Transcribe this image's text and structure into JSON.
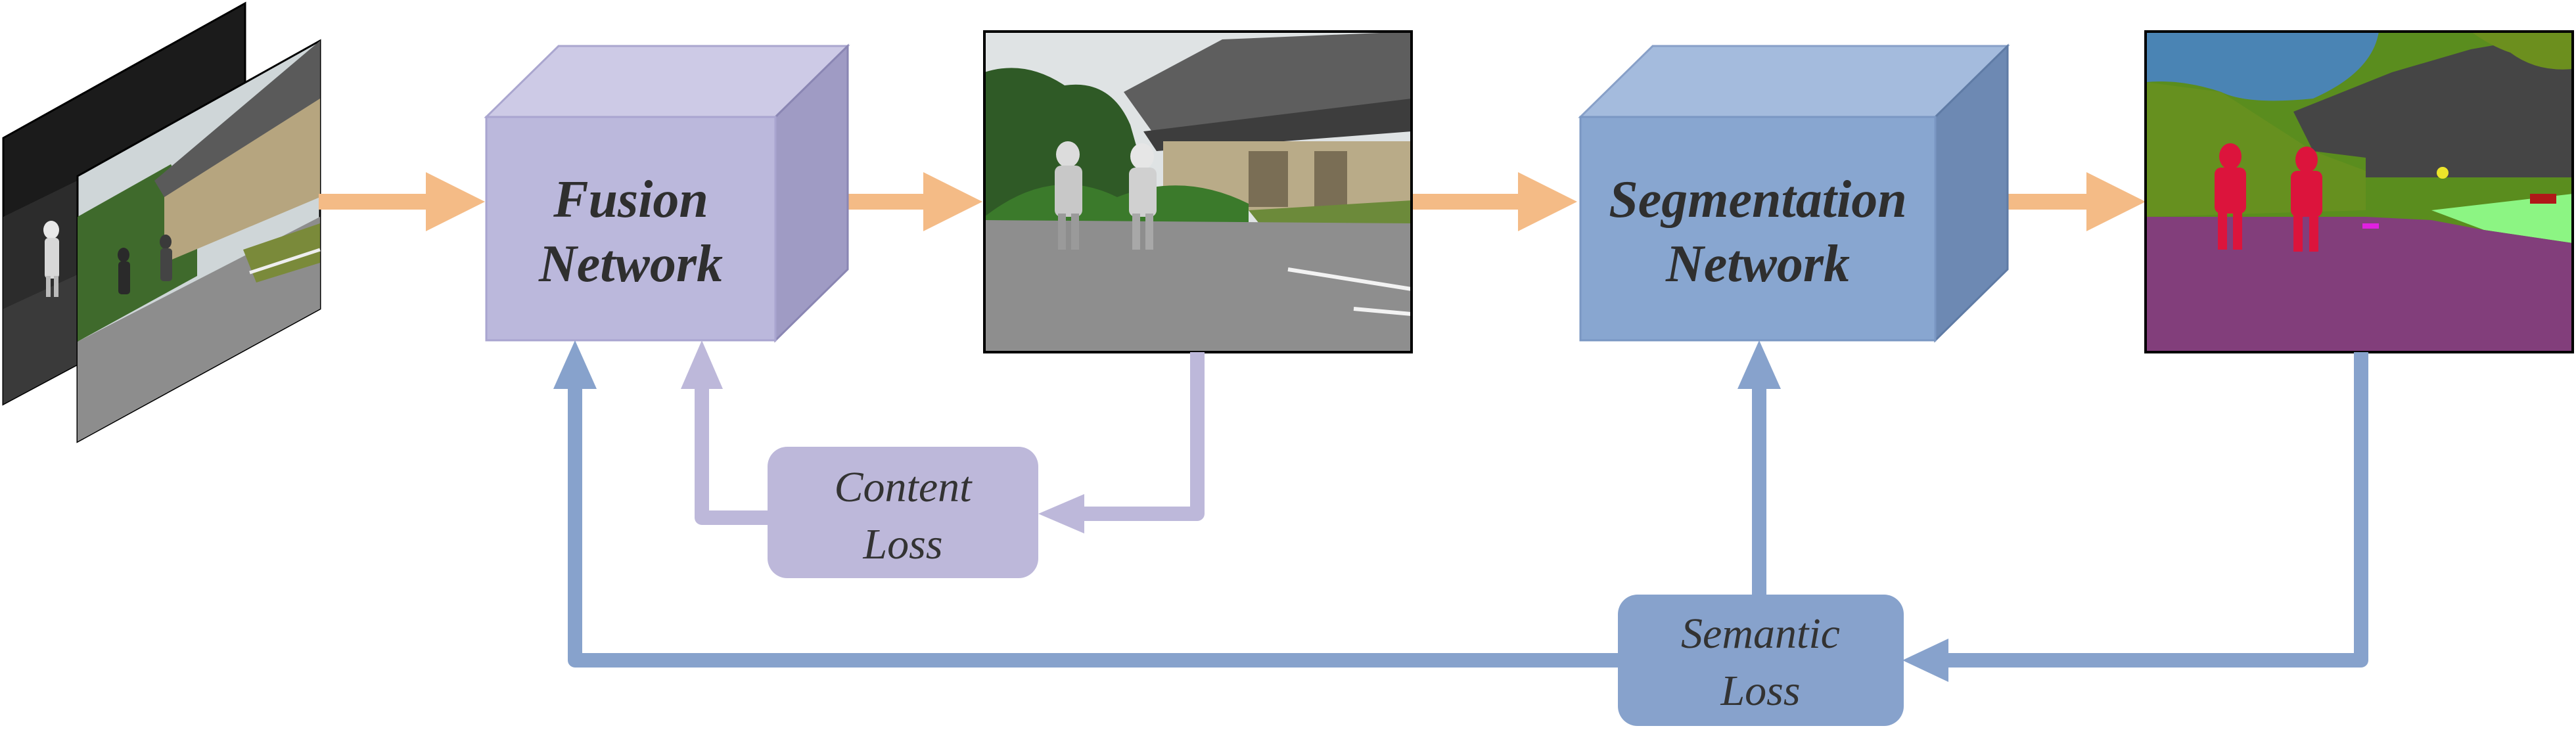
{
  "colors": {
    "fusion_front": "#bbb8dc",
    "fusion_top": "#cdcae6",
    "fusion_side": "#9f9bc4",
    "seg_front": "#88a6d0",
    "seg_top": "#a4bbdd",
    "seg_side": "#6d89b3",
    "flow_arrow": "#f4bb86",
    "content_path": "#bdb8da",
    "semantic_path": "#87a2cc"
  },
  "blocks": {
    "fusion": {
      "line1": "Fusion",
      "line2": "Network"
    },
    "segmentation": {
      "line1": "Segmentation",
      "line2": "Network"
    }
  },
  "losses": {
    "content": {
      "line1": "Content",
      "line2": "Loss"
    },
    "semantic": {
      "line1": "Semantic",
      "line2": "Loss"
    }
  },
  "images": {
    "input_pair": "infrared-visible-input-pair",
    "fused": "fused-image",
    "segmentation": "segmentation-map"
  }
}
